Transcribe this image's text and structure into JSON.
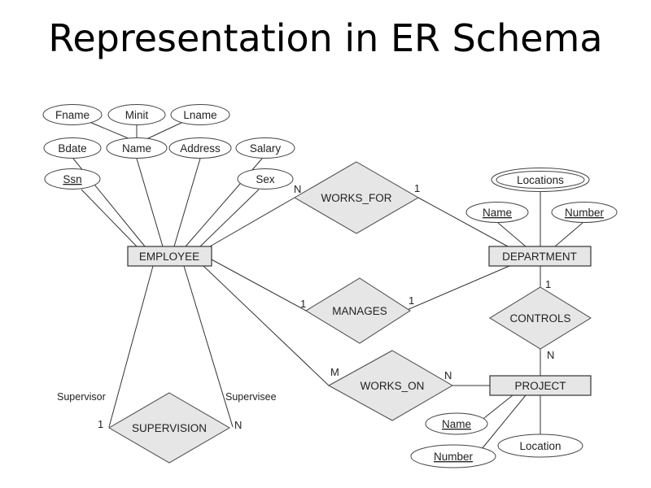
{
  "title": "Representation in ER Schema",
  "entities": {
    "employee": "EMPLOYEE",
    "department": "DEPARTMENT",
    "project": "PROJECT"
  },
  "relationships": {
    "works_for": "WORKS_FOR",
    "manages": "MANAGES",
    "works_on": "WORKS_ON",
    "controls": "CONTROLS",
    "supervision": "SUPERVISION"
  },
  "attributes": {
    "fname": "Fname",
    "minit": "Minit",
    "lname": "Lname",
    "bdate": "Bdate",
    "name": "Name",
    "address": "Address",
    "salary": "Salary",
    "ssn": "Ssn",
    "sex": "Sex",
    "dept_locations": "Locations",
    "dept_name": "Name",
    "dept_number": "Number",
    "proj_name": "Name",
    "proj_number": "Number",
    "proj_location": "Location"
  },
  "cardinalities": {
    "works_for_employee": "N",
    "works_for_department": "1",
    "manages_employee": "1",
    "manages_department": "1",
    "works_on_employee": "M",
    "works_on_project": "N",
    "controls_department": "1",
    "controls_project": "N",
    "supervision_supervisor": "1",
    "supervision_supervisee": "N"
  },
  "roles": {
    "supervisor": "Supervisor",
    "supervisee": "Supervisee"
  }
}
